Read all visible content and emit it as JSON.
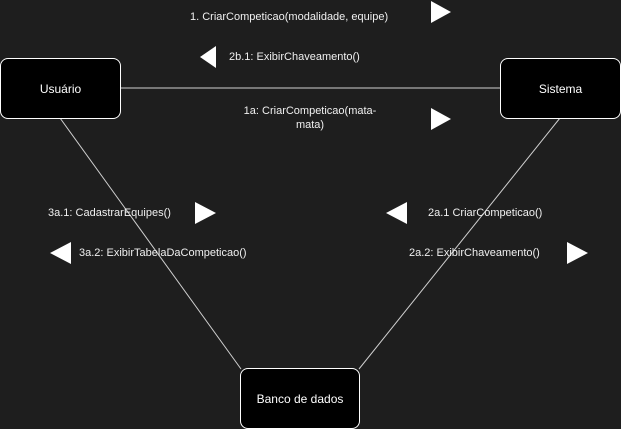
{
  "colors": {
    "background": "#1e1e1e",
    "node_fill": "#000000",
    "node_border": "#ffffff",
    "line": "#d0d0d0",
    "arrow": "#ffffff",
    "text": "#f0f0f0"
  },
  "nodes": {
    "usuario": "Usuário",
    "sistema": "Sistema",
    "banco": "Banco de dados"
  },
  "messages": {
    "m1": {
      "text": "1. CriarCompeticao(modalidade, equipe)",
      "arrow": "right"
    },
    "m2b1": {
      "text": "2b.1: ExibirChaveamento()",
      "arrow": "left"
    },
    "m1a": {
      "text": "1a: CriarCompeticao(mata-mata)",
      "arrow": "right"
    },
    "m3a1": {
      "text": "3a.1: CadastrarEquipes()",
      "arrow": "right"
    },
    "m3a2": {
      "text": "3a.2: ExibirTabelaDaCompeticao()",
      "arrow": "left"
    },
    "m2a1": {
      "text": "2a.1 CriarCompeticao()",
      "arrow": "left"
    },
    "m2a2": {
      "text": "2a.2: ExibirChaveamento()",
      "arrow": "right"
    }
  }
}
